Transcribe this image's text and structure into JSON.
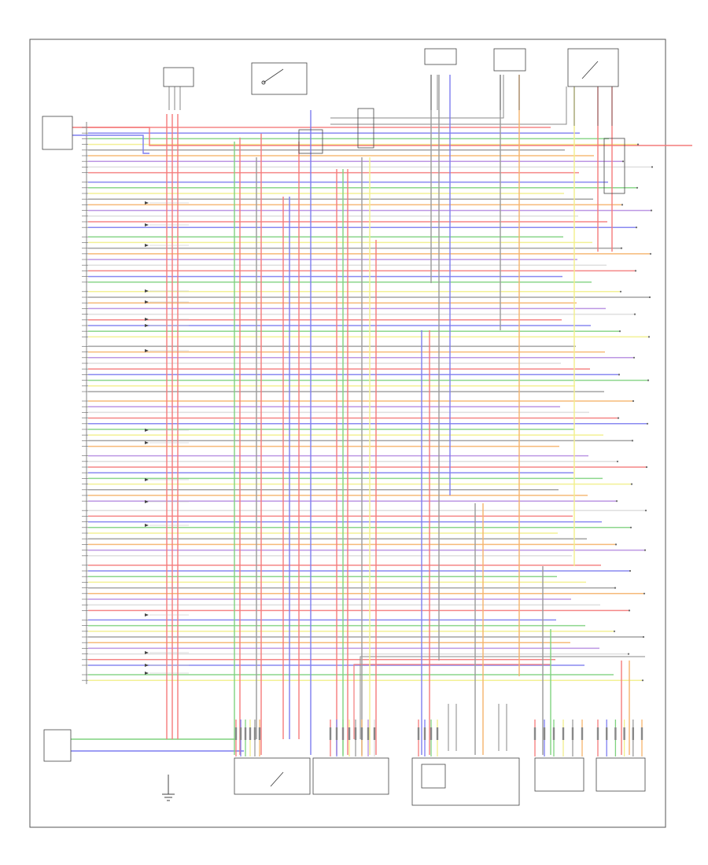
{
  "diagram": {
    "colors": {
      "red": "#f47a7a",
      "blue": "#7d7df0",
      "green": "#7fd27f",
      "yellow": "#f2ef8a",
      "orange": "#f6b36b",
      "gray": "#9a9a9a",
      "violet": "#b58be0",
      "white": "#dcdcdc"
    },
    "palette": [
      "red",
      "blue",
      "green",
      "yellow",
      "gray",
      "orange",
      "violet",
      "white"
    ]
  }
}
